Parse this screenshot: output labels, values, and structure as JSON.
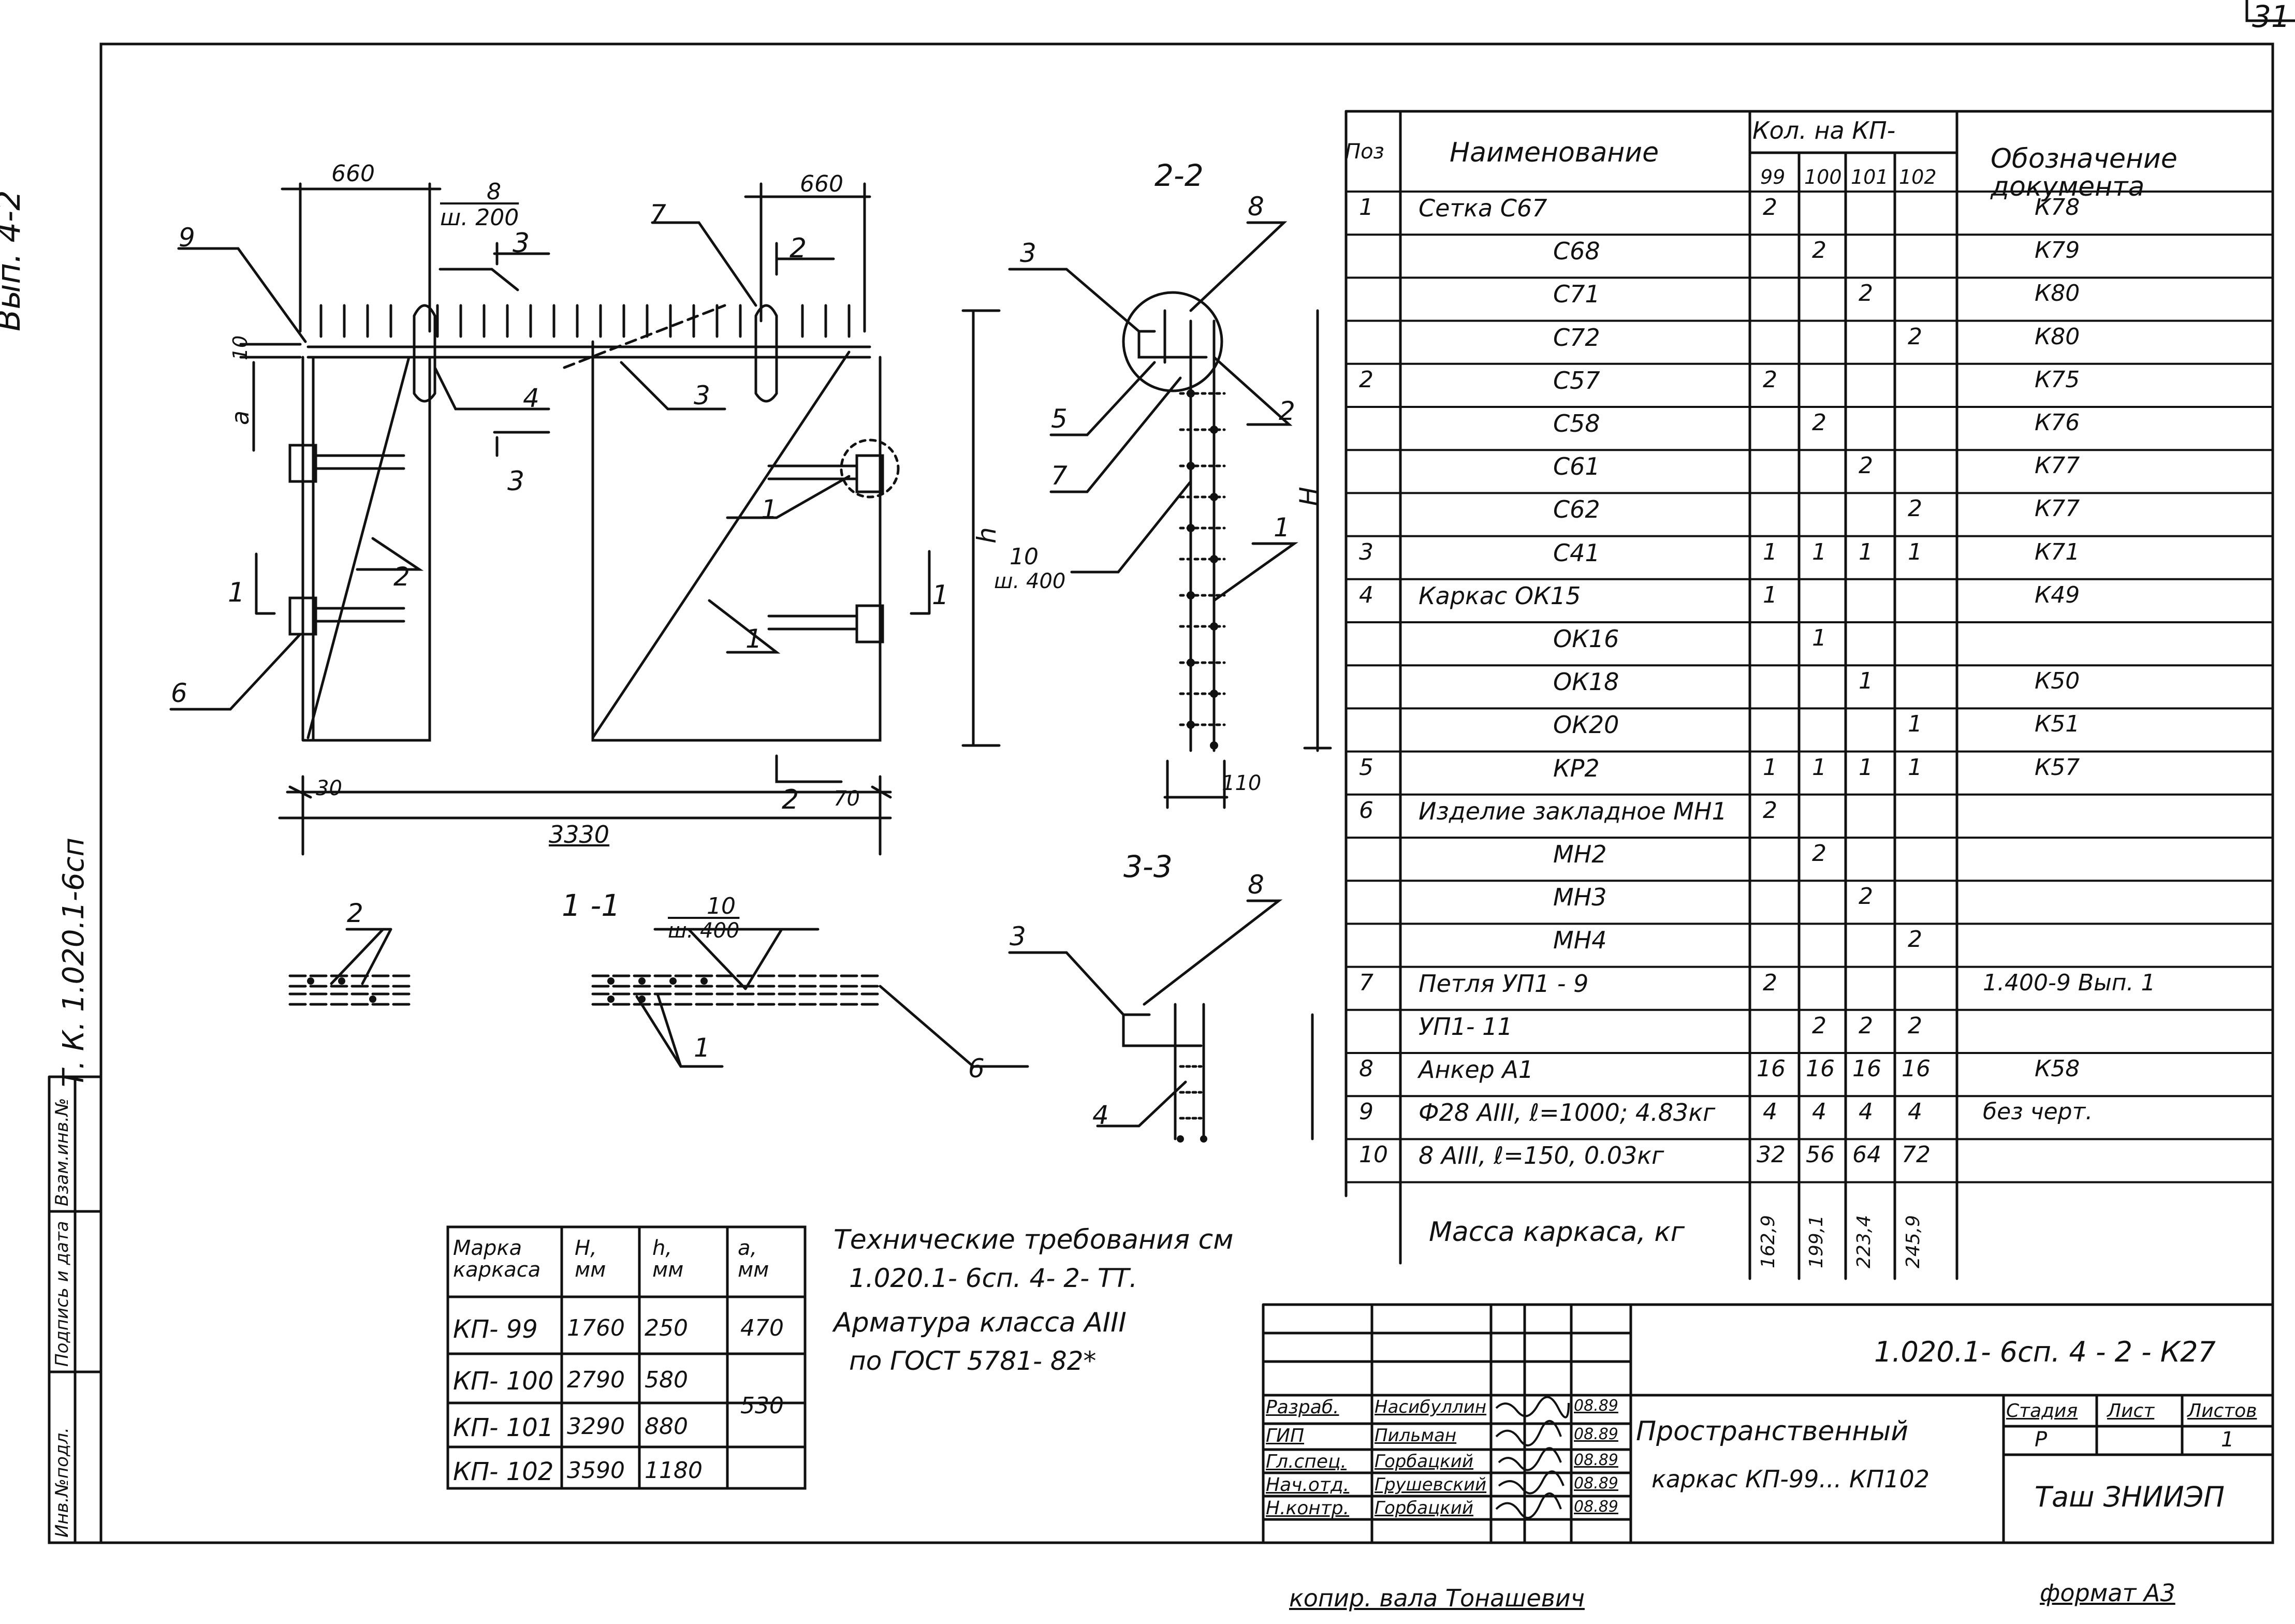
{
  "sheet": {
    "page_number": "31",
    "side_issue": "Вып. 4-2",
    "side_series": "Т. К. 1.020.1-6сп",
    "side_stamp": [
      "Инв.№подл.",
      "Подпись и дата",
      "Взам.инв.№"
    ],
    "copied_by": "копир. вала Тонашевич",
    "format": "формат А3"
  },
  "drawing": {
    "dims": {
      "left_660": "660",
      "right_660": "660",
      "rebar8": "8",
      "step200": "ш. 200",
      "dim10": "10",
      "dim_a": "a",
      "dim_h": "h",
      "dim_H": "H",
      "dim30": "30",
      "dim70": "70",
      "dim3330": "3330",
      "dim110": "110",
      "rebar10_a": "10",
      "step400_a": "ш. 400",
      "rebar10_b": "10",
      "step400_b": "ш. 400"
    },
    "callouts": {
      "c9": "9",
      "c7": "7",
      "c4": "4",
      "c3": "3",
      "c2": "2",
      "c1": "1",
      "c6": "6",
      "c1b": "1",
      "c1c": "1",
      "s3a": "3",
      "s3b": "3",
      "s2a": "2",
      "s2b": "2",
      "s1a": "1",
      "s1b": "1",
      "v2_3": "3",
      "v2_8": "8",
      "v2_5": "5",
      "v2_2": "2",
      "v2_7": "7",
      "v2_1": "1",
      "v3_3": "3",
      "v3_8": "8",
      "v3_4": "4",
      "s11_1": "1",
      "s11_6": "6",
      "left2": "2"
    },
    "sections": {
      "sec22": "2-2",
      "sec33": "3-3",
      "sec11": "1 -1"
    }
  },
  "spec_table": {
    "headers": {
      "pos": "Поз",
      "name": "Наименование",
      "qty": "Кол. на КП-",
      "doc": "Обозначение документа",
      "cols": [
        "99",
        "100",
        "101",
        "102"
      ]
    },
    "rows": [
      {
        "pos": "1",
        "name": "Сетка  С67",
        "q": [
          "2",
          "",
          "",
          ""
        ],
        "doc": "К78"
      },
      {
        "pos": "",
        "name": "С68",
        "q": [
          "",
          "2",
          "",
          ""
        ],
        "doc": "К79"
      },
      {
        "pos": "",
        "name": "С71",
        "q": [
          "",
          "",
          "2",
          ""
        ],
        "doc": "К80"
      },
      {
        "pos": "",
        "name": "С72",
        "q": [
          "",
          "",
          "",
          "2"
        ],
        "doc": "К80"
      },
      {
        "pos": "2",
        "name": "С57",
        "q": [
          "2",
          "",
          "",
          ""
        ],
        "doc": "К75"
      },
      {
        "pos": "",
        "name": "С58",
        "q": [
          "",
          "2",
          "",
          ""
        ],
        "doc": "К76"
      },
      {
        "pos": "",
        "name": "С61",
        "q": [
          "",
          "",
          "2",
          ""
        ],
        "doc": "К77"
      },
      {
        "pos": "",
        "name": "С62",
        "q": [
          "",
          "",
          "",
          "2"
        ],
        "doc": "К77"
      },
      {
        "pos": "3",
        "name": "С41",
        "q": [
          "1",
          "1",
          "1",
          "1"
        ],
        "doc": "К71"
      },
      {
        "pos": "4",
        "name": "Каркас  ОК15",
        "q": [
          "1",
          "",
          "",
          ""
        ],
        "doc": "К49"
      },
      {
        "pos": "",
        "name": "ОК16",
        "q": [
          "",
          "1",
          "",
          ""
        ],
        "doc": ""
      },
      {
        "pos": "",
        "name": "ОК18",
        "q": [
          "",
          "",
          "1",
          ""
        ],
        "doc": "К50"
      },
      {
        "pos": "",
        "name": "ОК20",
        "q": [
          "",
          "",
          "",
          "1"
        ],
        "doc": "К51"
      },
      {
        "pos": "5",
        "name": "КР2",
        "q": [
          "1",
          "1",
          "1",
          "1"
        ],
        "doc": "К57"
      },
      {
        "pos": "6",
        "name": "Изделие закладное МН1",
        "q": [
          "2",
          "",
          "",
          ""
        ],
        "doc": ""
      },
      {
        "pos": "",
        "name": "МН2",
        "q": [
          "",
          "2",
          "",
          ""
        ],
        "doc": ""
      },
      {
        "pos": "",
        "name": "МН3",
        "q": [
          "",
          "",
          "2",
          ""
        ],
        "doc": ""
      },
      {
        "pos": "",
        "name": "МН4",
        "q": [
          "",
          "",
          "",
          "2"
        ],
        "doc": ""
      },
      {
        "pos": "7",
        "name": "Петля  УП1 - 9",
        "q": [
          "2",
          "",
          "",
          ""
        ],
        "doc": "1.400-9  Вып. 1"
      },
      {
        "pos": "",
        "name": "УП1- 11",
        "q": [
          "",
          "2",
          "2",
          "2"
        ],
        "doc": ""
      },
      {
        "pos": "8",
        "name": "Анкер  А1",
        "q": [
          "16",
          "16",
          "16",
          "16"
        ],
        "doc": "К58"
      },
      {
        "pos": "9",
        "name": "Ф28 АIII, ℓ=1000; 4.83кг",
        "q": [
          "4",
          "4",
          "4",
          "4"
        ],
        "doc": "без черт."
      },
      {
        "pos": "10",
        "name": "8 АIII, ℓ=150, 0.03кг",
        "q": [
          "32",
          "56",
          "64",
          "72"
        ],
        "doc": ""
      }
    ],
    "mass_label": "Масса каркаса, кг",
    "mass": [
      "162,9",
      "199,1",
      "223,4",
      "245,9"
    ]
  },
  "marks_table": {
    "headers": [
      "Марка каркаса",
      "H, мм",
      "h, мм",
      "а, мм"
    ],
    "rows": [
      {
        "mark": "КП- 99",
        "H": "1760",
        "h": "250",
        "a": "470"
      },
      {
        "mark": "КП- 100",
        "H": "2790",
        "h": "580",
        "a": "530"
      },
      {
        "mark": "КП- 101",
        "H": "3290",
        "h": "880",
        "a": ""
      },
      {
        "mark": "КП- 102",
        "H": "3590",
        "h": "1180",
        "a": ""
      }
    ]
  },
  "notes": {
    "line1": "Технические требования см",
    "line2": "1.020.1- 6сп. 4- 2- ТТ.",
    "line3": "Арматура класса АIII",
    "line4": "по ГОСТ 5781- 82*"
  },
  "title_block": {
    "code": "1.020.1- 6сп. 4 - 2 - К27",
    "title_line1": "Пространственный",
    "title_line2": "каркас КП-99... КП102",
    "stage_h": "Стадия",
    "sheet_h": "Лист",
    "sheets_h": "Листов",
    "stage": "Р",
    "sheets": "1",
    "org": "Таш ЗНИИЭП",
    "roles": [
      {
        "role": "Разраб.",
        "name": "Насибуллин",
        "date": "08.89"
      },
      {
        "role": "ГИП",
        "name": "Пильман",
        "date": "08.89"
      },
      {
        "role": "Гл.спец.",
        "name": "Горбацкий",
        "date": "08.89"
      },
      {
        "role": "Нач.отд.",
        "name": "Грушевский",
        "date": "08.89"
      },
      {
        "role": "Н.контр.",
        "name": "Горбацкий",
        "date": "08.89"
      }
    ]
  }
}
